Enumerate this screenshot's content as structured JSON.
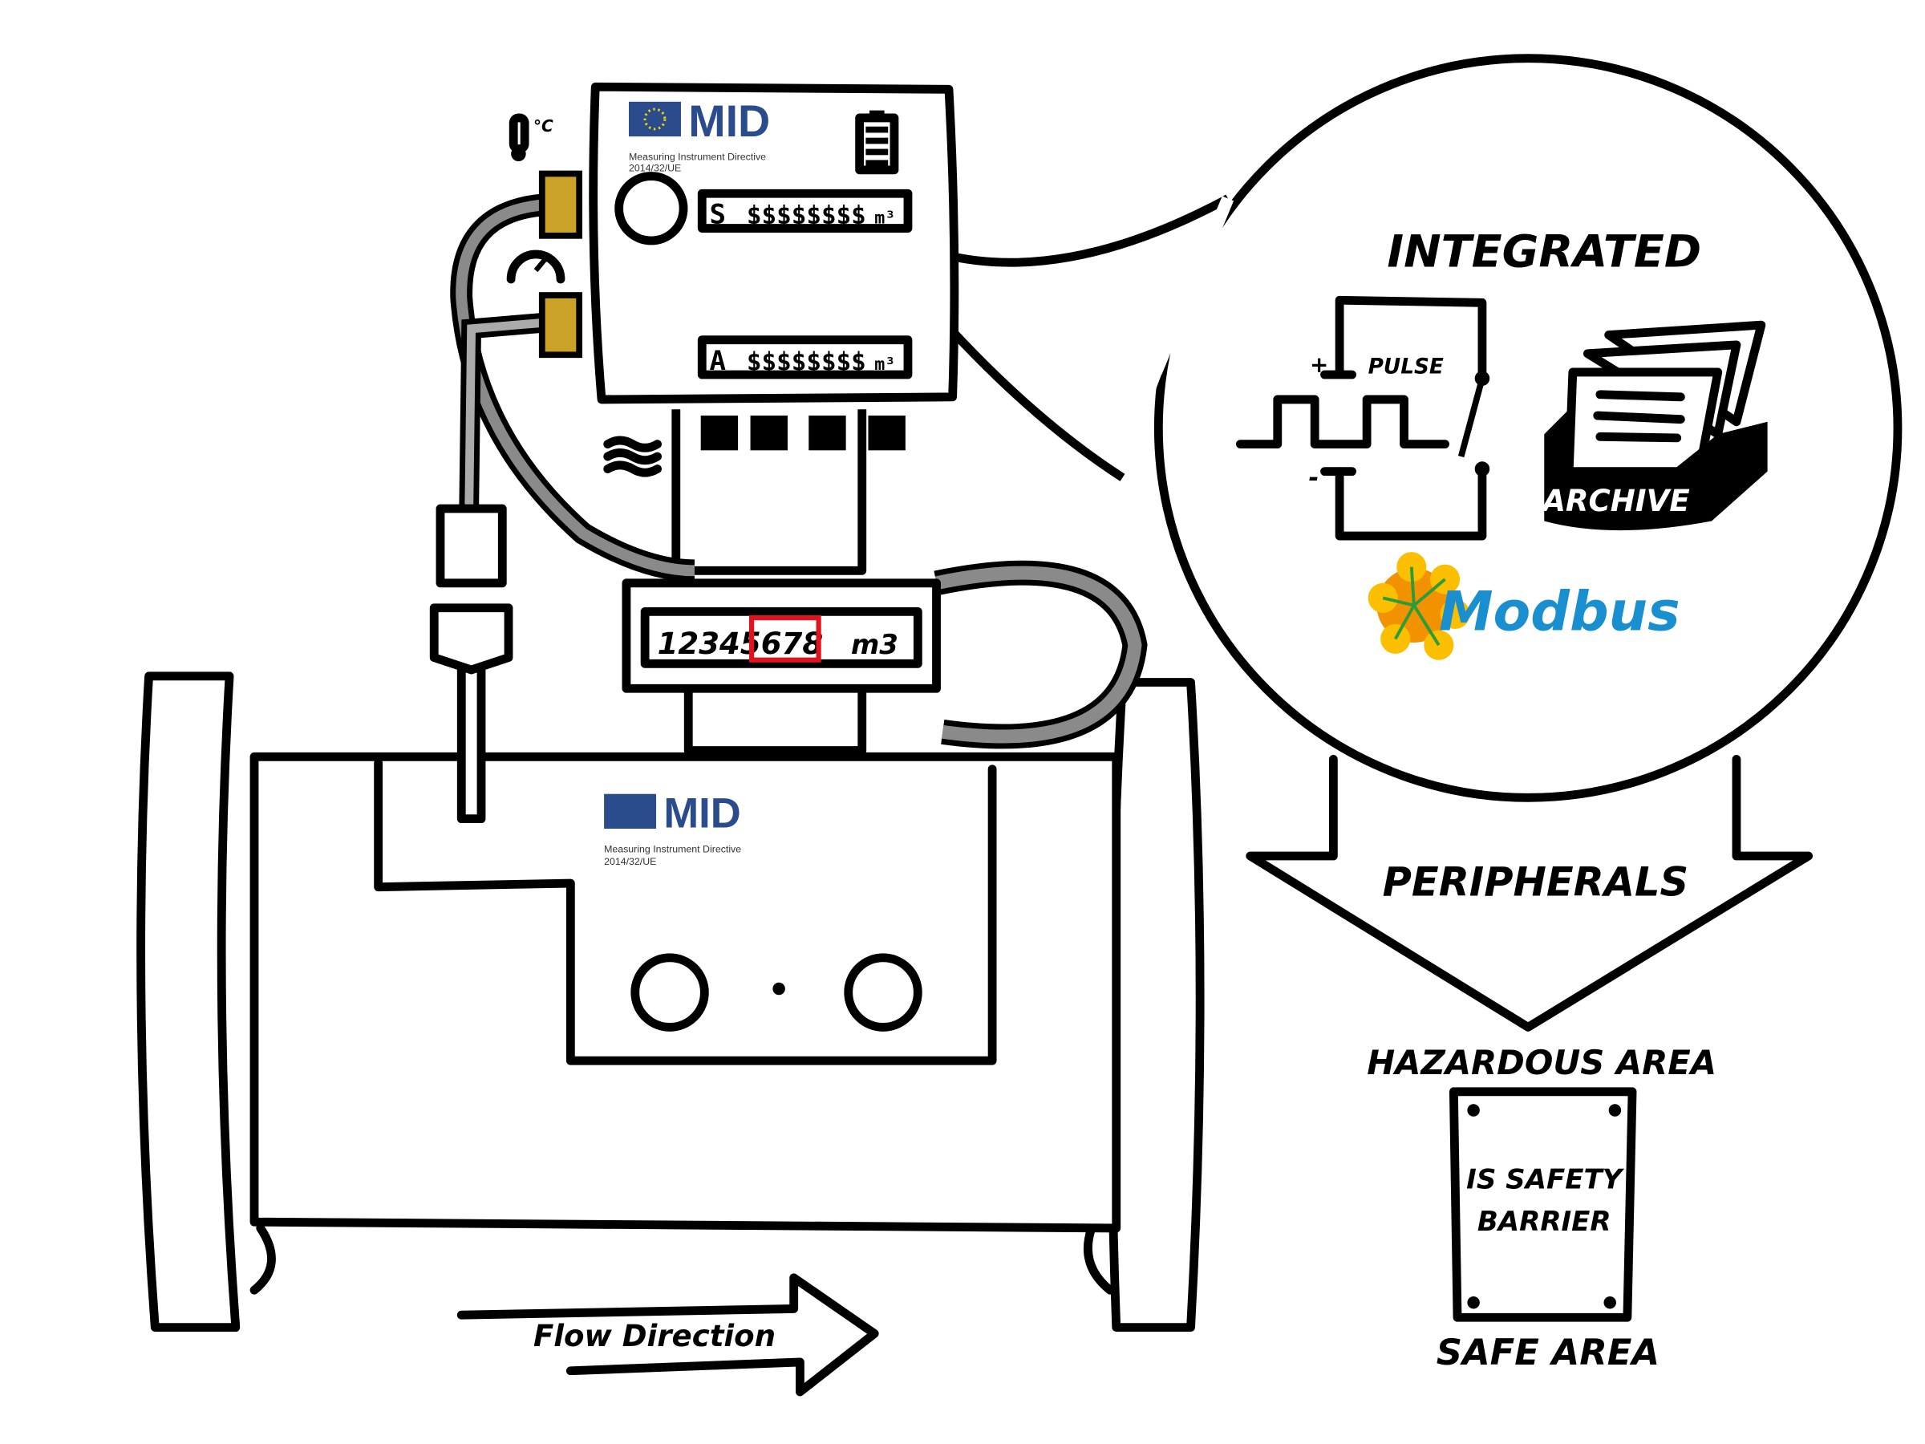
{
  "meter_head": {
    "mid_logo": {
      "text": "MID",
      "caption": "Measuring Instrument Directive",
      "directive": "2014/32/UE",
      "flag_color": "#2b4c8c",
      "star_color": "#f5d800"
    },
    "display_top": {
      "mode": "S",
      "digits": "$$$$$$$$",
      "unit": "m³"
    },
    "display_bottom": {
      "mode": "A",
      "digits": "$$$$$$$$",
      "unit": "m³"
    },
    "icons": [
      "battery-icon",
      "thermometer-icon",
      "pressure-gauge-icon",
      "flow-waves-icon"
    ],
    "temp_unit": "°C"
  },
  "counter": {
    "digits_plain": "12345",
    "digits_highlight": "678",
    "unit": "m3",
    "highlight_color": "#e0141e"
  },
  "pipe_mid_logo": {
    "text": "MID",
    "caption": "Measuring Instrument Directive",
    "directive": "2014/32/UE"
  },
  "flow_label": "Flow Direction",
  "integrated": {
    "title": "INTEGRATED",
    "pulse_label": "PULSE",
    "plus": "+",
    "minus": "-",
    "archive_label": "ARCHIVE",
    "modbus_label": "Modbus",
    "modbus_color": "#1a8fd0"
  },
  "peripherals": {
    "title": "PERIPHERALS",
    "hazardous_label": "HAZARDOUS AREA",
    "barrier_label_1": "IS SAFETY",
    "barrier_label_2": "BARRIER",
    "safe_label": "SAFE AREA"
  }
}
